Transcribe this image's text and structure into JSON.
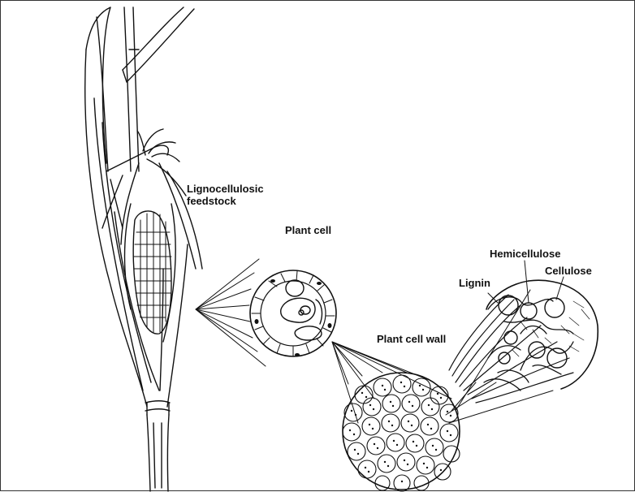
{
  "labels": {
    "feedstock_line1": "Lignocellulosic",
    "feedstock_line2": "feedstock",
    "plant_cell": "Plant cell",
    "plant_cell_wall": "Plant cell wall",
    "hemicellulose": "Hemicellulose",
    "cellulose": "Cellulose",
    "lignin": "Lignin"
  },
  "colors": {
    "ink": "#111111",
    "background": "#ffffff"
  }
}
